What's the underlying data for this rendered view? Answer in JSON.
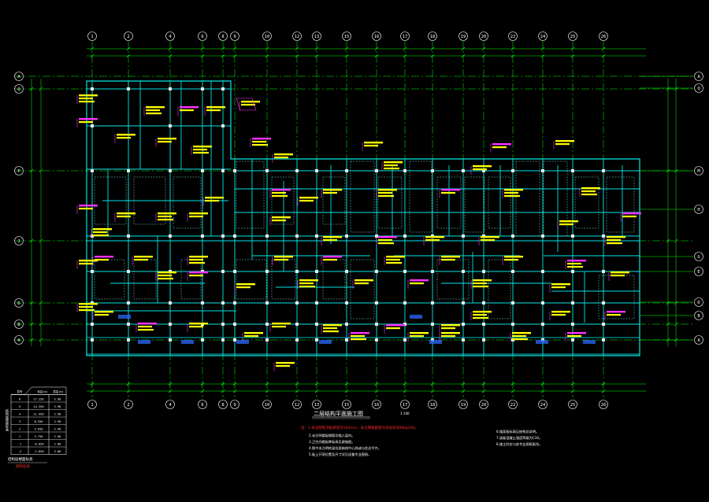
{
  "drawing": {
    "title": "二层结构平面施工图",
    "scale": "1:100"
  },
  "grid": {
    "columns": [
      "1",
      "2",
      "4",
      "6",
      "8",
      "9",
      "10",
      "12",
      "13",
      "15",
      "16",
      "17",
      "18",
      "19",
      "20",
      "22",
      "24",
      "25",
      "26"
    ],
    "rows_left": [
      "A",
      "B",
      "D",
      "J",
      "P",
      "Q",
      "A"
    ],
    "rows_right": [
      "A",
      "B",
      "D",
      "E",
      "G",
      "H",
      "M",
      "Q",
      "A"
    ]
  },
  "notes": {
    "red_line": "注：1.未注明现浇板厚度为100mm，未注明板配筋为双层双向Φ8@200。",
    "white_lines_left": [
      "2.未注明楼板钢筋均锚入梁内。",
      "3.卫生间楼板降标高见建施图。",
      "4.图中未注明的梁均居轴线中心线或与柱边平齐。",
      "5.板上开洞位置及尺寸详见设备专业图纸。"
    ],
    "white_lines_right": [
      "6.楼面板标高见结构总说明。",
      "7.梁板混凝土强度等级为C30。",
      "8.施工时应与各专业图纸配合。"
    ]
  },
  "legend": {
    "side_label": "结构层楼面标高",
    "headers": [
      "层号",
      "标高(m)",
      "层高(m)"
    ],
    "rows": [
      [
        "6",
        "17.250",
        "2.90"
      ],
      [
        "5",
        "14.350",
        "2.90"
      ],
      [
        "4",
        "11.450",
        "2.90"
      ],
      [
        "3",
        "8.550",
        "2.90"
      ],
      [
        "2",
        "5.650",
        "2.90"
      ],
      [
        "1",
        "2.750",
        "2.90"
      ],
      [
        "-1",
        "-0.050",
        "2.80"
      ],
      [
        "-2",
        "-2.850",
        "3.00"
      ]
    ],
    "caption": "结构层楼面标高",
    "subcaption": "结构层高"
  },
  "colors": {
    "background": "#000000",
    "grid_line": "#00ff00",
    "beam": "#00e5e5",
    "annotation": "#ffff00",
    "annotation_alt": "#ff33ff",
    "dim": "#00ff00",
    "text": "#ffffff",
    "note_red": "#ff2a2a",
    "slab_hatch": "#2a6aff"
  }
}
